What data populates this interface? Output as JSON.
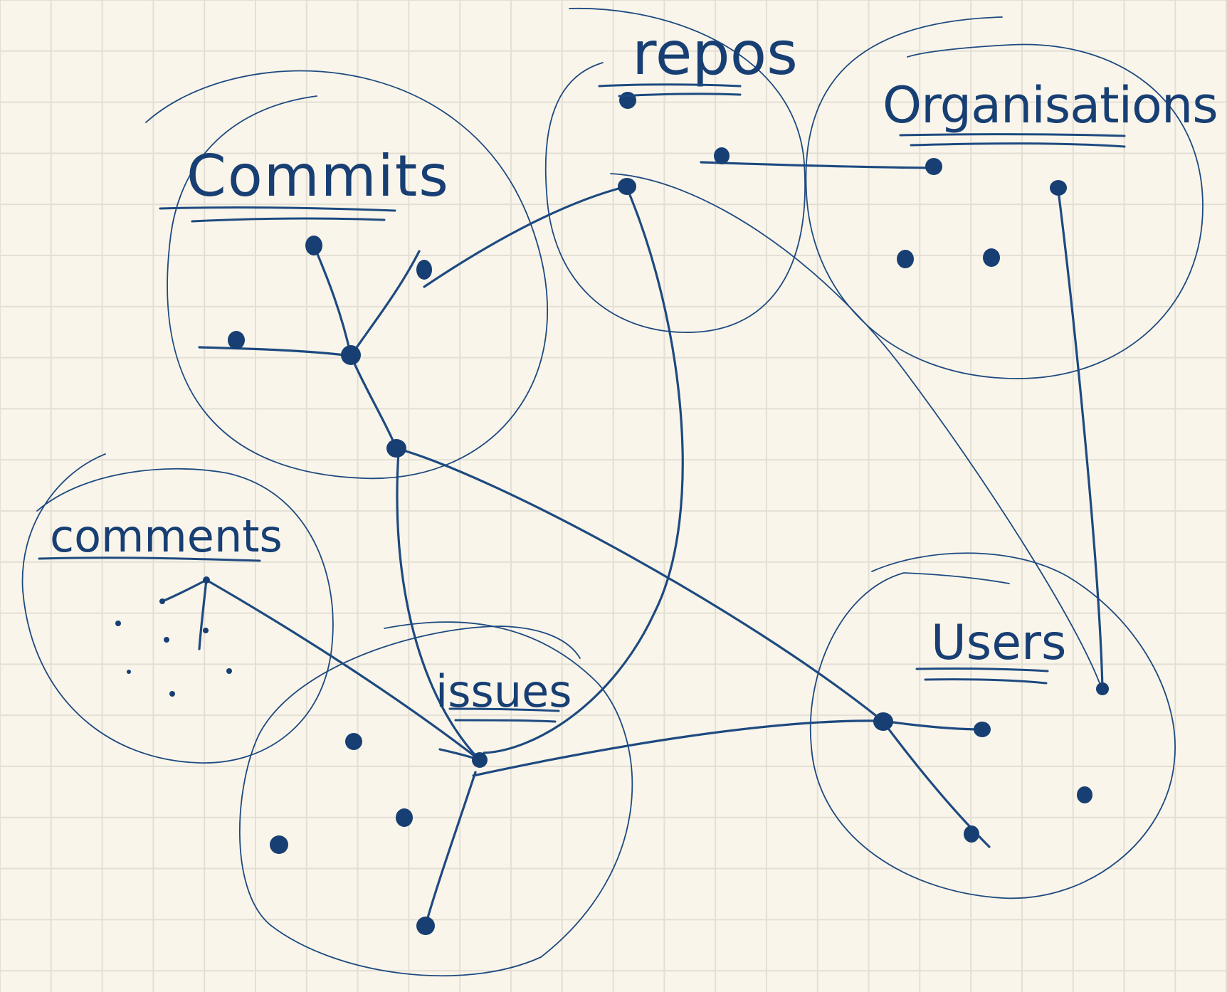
{
  "diagram": {
    "ink_color": "#173f73",
    "paper_color": "#faf5ea",
    "grid_color": "#e3dfd5",
    "groups": [
      {
        "id": "commits",
        "label": "Commits"
      },
      {
        "id": "repos",
        "label": "repos"
      },
      {
        "id": "organisations",
        "label": "Organisations"
      },
      {
        "id": "comments",
        "label": "comments"
      },
      {
        "id": "issues",
        "label": "issues"
      },
      {
        "id": "users",
        "label": "Users"
      }
    ]
  }
}
